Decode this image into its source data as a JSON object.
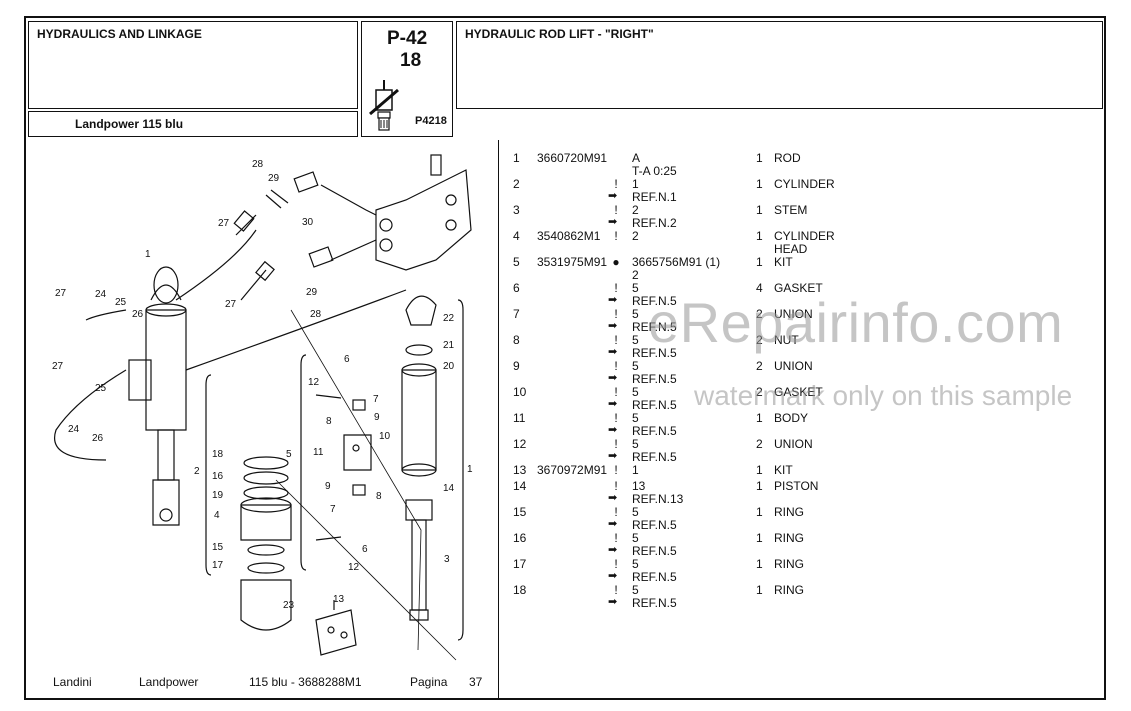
{
  "header": {
    "section_title": "HYDRAULICS AND LINKAGE",
    "model": "Landpower 115 blu",
    "page_code": "P-42",
    "page_sub": "18",
    "ref_code": "P4218",
    "group_title": "HYDRAULIC ROD LIFT - \"RIGHT\""
  },
  "parts": [
    {
      "item": "1",
      "code": "3660720M91",
      "mark": "",
      "note": "A",
      "note2": "T-A 0:25",
      "qty": "1",
      "desc": "ROD",
      "desc2": ""
    },
    {
      "item": "2",
      "code": "",
      "mark": "!",
      "note": "1",
      "note2": "REF.N.1",
      "qty": "1",
      "desc": "CYLINDER",
      "desc2": ""
    },
    {
      "item": "3",
      "code": "",
      "mark": "!",
      "note": "2",
      "note2": "REF.N.2",
      "qty": "1",
      "desc": "STEM",
      "desc2": ""
    },
    {
      "item": "4",
      "code": "3540862M1",
      "mark": "!",
      "note": "2",
      "note2": "",
      "qty": "1",
      "desc": "CYLINDER",
      "desc2": "HEAD"
    },
    {
      "item": "5",
      "code": "3531975M91",
      "mark": "●",
      "note": "3665756M91  (1)",
      "note2": "2",
      "qty": "1",
      "desc": "KIT",
      "desc2": ""
    },
    {
      "item": "6",
      "code": "",
      "mark": "!",
      "note": "5",
      "note2": "REF.N.5",
      "qty": "4",
      "desc": "GASKET",
      "desc2": ""
    },
    {
      "item": "7",
      "code": "",
      "mark": "!",
      "note": "5",
      "note2": "REF.N.5",
      "qty": "2",
      "desc": "UNION",
      "desc2": ""
    },
    {
      "item": "8",
      "code": "",
      "mark": "!",
      "note": "5",
      "note2": "REF.N.5",
      "qty": "2",
      "desc": "NUT",
      "desc2": ""
    },
    {
      "item": "9",
      "code": "",
      "mark": "!",
      "note": "5",
      "note2": "REF.N.5",
      "qty": "2",
      "desc": "UNION",
      "desc2": ""
    },
    {
      "item": "10",
      "code": "",
      "mark": "!",
      "note": "5",
      "note2": "REF.N.5",
      "qty": "2",
      "desc": "GASKET",
      "desc2": ""
    },
    {
      "item": "11",
      "code": "",
      "mark": "!",
      "note": "5",
      "note2": "REF.N.5",
      "qty": "1",
      "desc": "BODY",
      "desc2": ""
    },
    {
      "item": "12",
      "code": "",
      "mark": "!",
      "note": "5",
      "note2": "REF.N.5",
      "qty": "2",
      "desc": "UNION",
      "desc2": ""
    },
    {
      "item": "13",
      "code": "3670972M91",
      "mark": "!",
      "note": "1",
      "note2": "",
      "qty": "1",
      "desc": "KIT",
      "desc2": ""
    },
    {
      "item": "14",
      "code": "",
      "mark": "!",
      "note": "13",
      "note2": "REF.N.13",
      "qty": "1",
      "desc": "PISTON",
      "desc2": ""
    },
    {
      "item": "15",
      "code": "",
      "mark": "!",
      "note": "5",
      "note2": "REF.N.5",
      "qty": "1",
      "desc": "RING",
      "desc2": ""
    },
    {
      "item": "16",
      "code": "",
      "mark": "!",
      "note": "5",
      "note2": "REF.N.5",
      "qty": "1",
      "desc": "RING",
      "desc2": ""
    },
    {
      "item": "17",
      "code": "",
      "mark": "!",
      "note": "5",
      "note2": "REF.N.5",
      "qty": "1",
      "desc": "RING",
      "desc2": ""
    },
    {
      "item": "18",
      "code": "",
      "mark": "!",
      "note": "5",
      "note2": "REF.N.5",
      "qty": "1",
      "desc": "RING",
      "desc2": ""
    }
  ],
  "footer": {
    "brand": "Landini",
    "series": "Landpower",
    "doc": "115 blu - 3688288M1",
    "page_label": "Pagina",
    "page_number": "37"
  },
  "watermark": {
    "line1": "eRepairinfo.com",
    "line2": "watermark only on this sample"
  },
  "diagram_labels": {
    "callouts": [
      "28",
      "29",
      "30",
      "27",
      "1",
      "27",
      "24",
      "25",
      "26",
      "27",
      "25",
      "24",
      "26",
      "29",
      "28",
      "27",
      "22",
      "21",
      "20",
      "6",
      "7",
      "12",
      "9",
      "8",
      "10",
      "11",
      "5",
      "18",
      "16",
      "19",
      "4",
      "2",
      "15",
      "17",
      "23",
      "9",
      "8",
      "7",
      "6",
      "12",
      "14",
      "3",
      "13",
      "1"
    ]
  }
}
